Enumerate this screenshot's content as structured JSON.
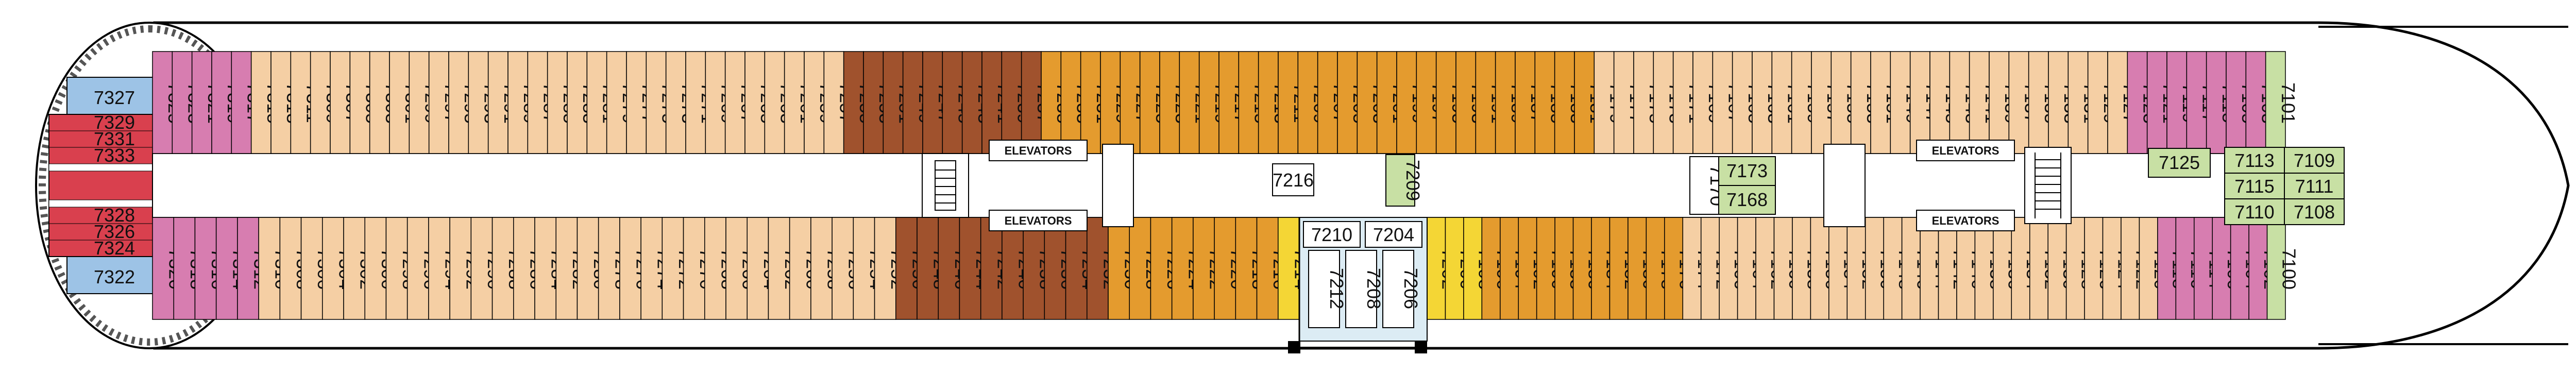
{
  "labels": {
    "elevators": "ELEVATORS"
  },
  "colors": {
    "blue": "#9dc3e6",
    "red": "#d9404e",
    "magenta": "#d77db0",
    "peach": "#f5cfa4",
    "brown": "#a0522d",
    "orange": "#e49b2e",
    "yellow": "#f4d635",
    "green": "#c8e0a4",
    "service": "#dcecf4",
    "corridor": "#ffffff",
    "outline": "#000000"
  },
  "aft": {
    "blue": [
      "7327",
      "7322"
    ],
    "red_upper": [
      "7329",
      "7331",
      "7333"
    ],
    "red_lower": [
      "7328",
      "7326",
      "7324"
    ]
  },
  "cabins": {
    "top_port": [
      {
        "n": "7325",
        "c": "magenta"
      },
      {
        "n": "7323",
        "c": "magenta"
      },
      {
        "n": "7321",
        "c": "magenta"
      },
      {
        "n": "7319",
        "c": "magenta"
      },
      {
        "n": "7317",
        "c": "magenta"
      },
      {
        "n": "7315",
        "c": "peach"
      },
      {
        "n": "7313",
        "c": "peach"
      },
      {
        "n": "7311",
        "c": "peach"
      },
      {
        "n": "7309",
        "c": "peach"
      },
      {
        "n": "7307",
        "c": "peach"
      },
      {
        "n": "7305",
        "c": "peach"
      },
      {
        "n": "7303",
        "c": "peach"
      },
      {
        "n": "7301",
        "c": "peach"
      },
      {
        "n": "7299",
        "c": "peach"
      },
      {
        "n": "7297",
        "c": "peach"
      },
      {
        "n": "7295",
        "c": "peach"
      },
      {
        "n": "7293",
        "c": "peach"
      },
      {
        "n": "7291",
        "c": "peach"
      },
      {
        "n": "7289",
        "c": "peach"
      },
      {
        "n": "7287",
        "c": "peach"
      },
      {
        "n": "7285",
        "c": "peach"
      },
      {
        "n": "7283",
        "c": "peach"
      },
      {
        "n": "7281",
        "c": "peach"
      },
      {
        "n": "7279",
        "c": "peach"
      },
      {
        "n": "7277",
        "c": "peach"
      },
      {
        "n": "7275",
        "c": "peach"
      },
      {
        "n": "7273",
        "c": "peach"
      },
      {
        "n": "7271",
        "c": "peach"
      },
      {
        "n": "7269",
        "c": "peach"
      },
      {
        "n": "7267",
        "c": "peach"
      },
      {
        "n": "7265",
        "c": "peach"
      },
      {
        "n": "7263",
        "c": "peach"
      },
      {
        "n": "7261",
        "c": "peach"
      },
      {
        "n": "7259",
        "c": "peach"
      },
      {
        "n": "7257",
        "c": "peach"
      },
      {
        "n": "7255",
        "c": "brown"
      },
      {
        "n": "7253",
        "c": "brown"
      },
      {
        "n": "7251",
        "c": "brown"
      },
      {
        "n": "7249",
        "c": "brown"
      },
      {
        "n": "7247",
        "c": "brown"
      },
      {
        "n": "7245",
        "c": "brown"
      },
      {
        "n": "7243",
        "c": "brown"
      },
      {
        "n": "7241",
        "c": "brown"
      },
      {
        "n": "7239",
        "c": "brown"
      },
      {
        "n": "7237",
        "c": "brown"
      },
      {
        "n": "7235",
        "c": "orange"
      },
      {
        "n": "7233",
        "c": "orange"
      },
      {
        "n": "7231",
        "c": "orange"
      },
      {
        "n": "7229",
        "c": "orange"
      },
      {
        "n": "7227",
        "c": "orange"
      },
      {
        "n": "7225",
        "c": "orange"
      },
      {
        "n": "7223",
        "c": "orange"
      },
      {
        "n": "7221",
        "c": "orange"
      },
      {
        "n": "7219",
        "c": "orange"
      },
      {
        "n": "7217",
        "c": "orange"
      },
      {
        "n": "7215",
        "c": "orange"
      },
      {
        "n": "7213",
        "c": "orange"
      },
      {
        "n": "7211",
        "c": "orange"
      },
      {
        "n": "7209",
        "c": "orange"
      },
      {
        "n": "7207",
        "c": "orange"
      },
      {
        "n": "7205",
        "c": "orange"
      },
      {
        "n": "7203",
        "c": "orange"
      },
      {
        "n": "7201",
        "c": "orange"
      },
      {
        "n": "7199",
        "c": "orange"
      },
      {
        "n": "7197",
        "c": "orange"
      },
      {
        "n": "7195",
        "c": "orange"
      },
      {
        "n": "7193",
        "c": "orange"
      },
      {
        "n": "7191",
        "c": "orange"
      },
      {
        "n": "7189",
        "c": "orange"
      },
      {
        "n": "7187",
        "c": "orange"
      },
      {
        "n": "7185",
        "c": "orange"
      },
      {
        "n": "7183",
        "c": "orange"
      },
      {
        "n": "7181",
        "c": "orange"
      },
      {
        "n": "7179",
        "c": "peach"
      },
      {
        "n": "7177",
        "c": "peach"
      },
      {
        "n": "7175",
        "c": "peach"
      },
      {
        "n": "7173",
        "c": "peach"
      },
      {
        "n": "7171",
        "c": "peach"
      },
      {
        "n": "7169",
        "c": "peach"
      },
      {
        "n": "7167",
        "c": "peach"
      },
      {
        "n": "7165",
        "c": "peach"
      },
      {
        "n": "7163",
        "c": "peach"
      },
      {
        "n": "7161",
        "c": "peach"
      },
      {
        "n": "7159",
        "c": "peach"
      },
      {
        "n": "7157",
        "c": "peach"
      },
      {
        "n": "7155",
        "c": "peach"
      },
      {
        "n": "7153",
        "c": "peach"
      },
      {
        "n": "7151",
        "c": "peach"
      },
      {
        "n": "7149",
        "c": "peach"
      },
      {
        "n": "7147",
        "c": "peach"
      },
      {
        "n": "7145",
        "c": "peach"
      },
      {
        "n": "7143",
        "c": "peach"
      },
      {
        "n": "7141",
        "c": "peach"
      },
      {
        "n": "7139",
        "c": "peach"
      },
      {
        "n": "7137",
        "c": "peach"
      },
      {
        "n": "7135",
        "c": "peach"
      },
      {
        "n": "7133",
        "c": "peach"
      },
      {
        "n": "7131",
        "c": "peach"
      },
      {
        "n": "7129",
        "c": "peach"
      },
      {
        "n": "7127",
        "c": "peach"
      },
      {
        "n": "7123",
        "c": "magenta"
      },
      {
        "n": "7121",
        "c": "magenta"
      },
      {
        "n": "7119",
        "c": "magenta"
      },
      {
        "n": "7117",
        "c": "magenta"
      },
      {
        "n": "7115",
        "c": "magenta"
      },
      {
        "n": "7105",
        "c": "magenta"
      },
      {
        "n": "7103",
        "c": "magenta"
      },
      {
        "n": "7101",
        "c": "green"
      }
    ],
    "bottom_port": [
      {
        "n": "7320",
        "c": "magenta"
      },
      {
        "n": "7318",
        "c": "magenta"
      },
      {
        "n": "7316",
        "c": "magenta"
      },
      {
        "n": "7314",
        "c": "magenta"
      },
      {
        "n": "7312",
        "c": "magenta"
      },
      {
        "n": "7310",
        "c": "peach"
      },
      {
        "n": "7308",
        "c": "peach"
      },
      {
        "n": "7306",
        "c": "peach"
      },
      {
        "n": "7304",
        "c": "peach"
      },
      {
        "n": "7302",
        "c": "peach"
      },
      {
        "n": "7300",
        "c": "peach"
      },
      {
        "n": "7298",
        "c": "peach"
      },
      {
        "n": "7296",
        "c": "peach"
      },
      {
        "n": "7294",
        "c": "peach"
      },
      {
        "n": "7292",
        "c": "peach"
      },
      {
        "n": "7290",
        "c": "peach"
      },
      {
        "n": "7288",
        "c": "peach"
      },
      {
        "n": "7286",
        "c": "peach"
      },
      {
        "n": "7284",
        "c": "peach"
      },
      {
        "n": "7282",
        "c": "peach"
      },
      {
        "n": "7280",
        "c": "peach"
      },
      {
        "n": "7278",
        "c": "peach"
      },
      {
        "n": "7276",
        "c": "peach"
      },
      {
        "n": "7274",
        "c": "peach"
      },
      {
        "n": "7272",
        "c": "peach"
      },
      {
        "n": "7270",
        "c": "peach"
      },
      {
        "n": "7268",
        "c": "peach"
      },
      {
        "n": "7266",
        "c": "peach"
      },
      {
        "n": "7264",
        "c": "peach"
      },
      {
        "n": "7262",
        "c": "peach"
      },
      {
        "n": "7260",
        "c": "peach"
      },
      {
        "n": "7258",
        "c": "peach"
      },
      {
        "n": "7256",
        "c": "peach"
      },
      {
        "n": "7254",
        "c": "peach"
      },
      {
        "n": "7252",
        "c": "peach"
      },
      {
        "n": "7250",
        "c": "brown"
      },
      {
        "n": "7248",
        "c": "brown"
      },
      {
        "n": "7246",
        "c": "brown"
      },
      {
        "n": "7244",
        "c": "brown"
      },
      {
        "n": "7242",
        "c": "brown"
      },
      {
        "n": "7240",
        "c": "brown"
      },
      {
        "n": "7238",
        "c": "brown"
      },
      {
        "n": "7236",
        "c": "brown"
      },
      {
        "n": "7234",
        "c": "brown"
      },
      {
        "n": "7232",
        "c": "brown"
      },
      {
        "n": "7230",
        "c": "orange"
      },
      {
        "n": "7228",
        "c": "orange"
      },
      {
        "n": "7226",
        "c": "orange"
      },
      {
        "n": "7224",
        "c": "orange"
      },
      {
        "n": "7222",
        "c": "orange"
      },
      {
        "n": "7220",
        "c": "orange"
      },
      {
        "n": "7218",
        "c": "orange"
      },
      {
        "n": "7216",
        "c": "orange"
      },
      {
        "n": "7214",
        "c": "yellow"
      }
    ],
    "bottom_fwd": [
      {
        "n": "7202",
        "c": "yellow"
      },
      {
        "n": "7200",
        "c": "yellow"
      },
      {
        "n": "7198",
        "c": "yellow"
      },
      {
        "n": "7196",
        "c": "orange"
      },
      {
        "n": "7194",
        "c": "orange"
      },
      {
        "n": "7192",
        "c": "orange"
      },
      {
        "n": "7190",
        "c": "orange"
      },
      {
        "n": "7188",
        "c": "orange"
      },
      {
        "n": "7186",
        "c": "orange"
      },
      {
        "n": "7184",
        "c": "orange"
      },
      {
        "n": "7182",
        "c": "orange"
      },
      {
        "n": "7180",
        "c": "orange"
      },
      {
        "n": "7178",
        "c": "orange"
      },
      {
        "n": "7176",
        "c": "orange"
      },
      {
        "n": "7174",
        "c": "peach"
      },
      {
        "n": "7172",
        "c": "peach"
      },
      {
        "n": "7166",
        "c": "peach"
      },
      {
        "n": "7164",
        "c": "peach"
      },
      {
        "n": "7162",
        "c": "peach"
      },
      {
        "n": "7160",
        "c": "peach"
      },
      {
        "n": "7158",
        "c": "peach"
      },
      {
        "n": "7156",
        "c": "peach"
      },
      {
        "n": "7154",
        "c": "peach"
      },
      {
        "n": "7152",
        "c": "peach"
      },
      {
        "n": "7150",
        "c": "peach"
      },
      {
        "n": "7148",
        "c": "peach"
      },
      {
        "n": "7146",
        "c": "peach"
      },
      {
        "n": "7144",
        "c": "peach"
      },
      {
        "n": "7142",
        "c": "peach"
      },
      {
        "n": "7140",
        "c": "peach"
      },
      {
        "n": "7138",
        "c": "peach"
      },
      {
        "n": "7136",
        "c": "peach"
      },
      {
        "n": "7134",
        "c": "peach"
      },
      {
        "n": "7132",
        "c": "peach"
      },
      {
        "n": "7130",
        "c": "peach"
      },
      {
        "n": "7128",
        "c": "peach"
      },
      {
        "n": "7126",
        "c": "peach"
      },
      {
        "n": "7124",
        "c": "peach"
      },
      {
        "n": "7122",
        "c": "peach"
      },
      {
        "n": "7120",
        "c": "peach"
      },
      {
        "n": "7118",
        "c": "magenta"
      },
      {
        "n": "7116",
        "c": "magenta"
      },
      {
        "n": "7114",
        "c": "magenta"
      },
      {
        "n": "7106",
        "c": "magenta"
      },
      {
        "n": "7104",
        "c": "magenta"
      },
      {
        "n": "7102",
        "c": "magenta"
      },
      {
        "n": "7100",
        "c": "green"
      }
    ],
    "service_horizontal": [
      "7210",
      "7204"
    ],
    "service_vertical": [
      "7212",
      "7208",
      "7206"
    ],
    "interior_mid": {
      "c7216": "7216",
      "c7209": "7209",
      "c7170": "7170",
      "c7173": "7173",
      "c7168": "7168"
    },
    "interior_fwd": {
      "c7125": "7125",
      "block": [
        [
          "7113",
          "7109"
        ],
        [
          "7115",
          "7111"
        ],
        [
          "7110",
          "7108"
        ]
      ]
    }
  }
}
